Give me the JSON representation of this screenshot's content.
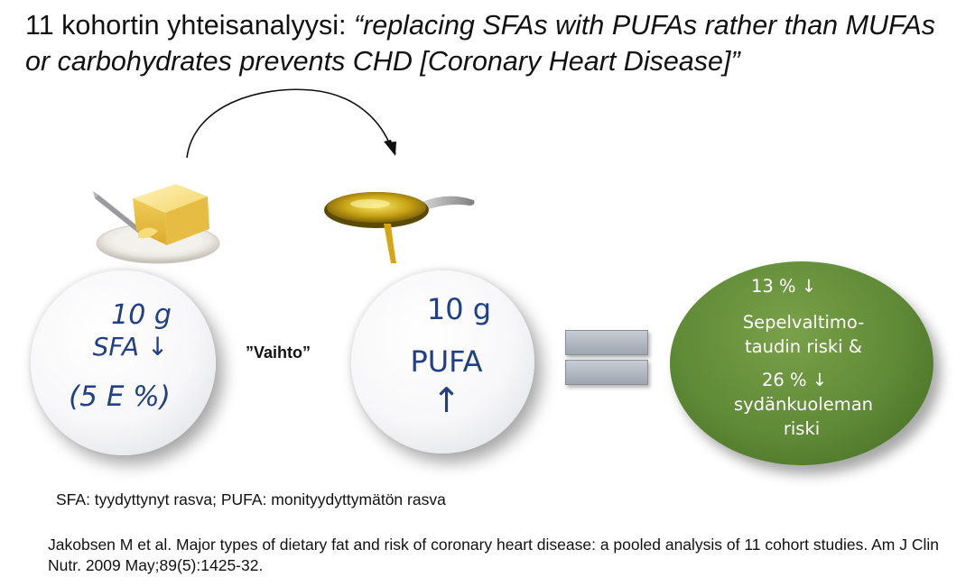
{
  "title": {
    "prefix": "11 kohortin yhteisanalyysi: ",
    "quote": "“replacing SFAs with PUFAs rather than MUFAs or carbohydrates prevents CHD [Coronary Heart Disease]”"
  },
  "icons": {
    "butter": "butter-plate-image",
    "oil": "oil-spoon-image",
    "arrow": "curved-arrow"
  },
  "left_disc": {
    "amount": "10 g",
    "label": "SFA ↓",
    "energy": "(5 E %)"
  },
  "swap_label": "”Vaihto”",
  "mid_disc": {
    "amount": "10 g",
    "label": "PUFA",
    "arrow": "↑"
  },
  "result": {
    "line1": "13 % ↓",
    "line2": "Sepelvaltimo-",
    "line3": "taudin riski  &",
    "line4": "26 % ↓",
    "line5": "sydänkuoleman",
    "line6": "riski"
  },
  "footnote": "SFA: tyydyttynyt rasva; PUFA: monityydyttymätön rasva",
  "reference": "Jakobsen M et al. Major types of dietary fat and risk of coronary heart disease: a pooled analysis of 11 cohort studies. Am J Clin Nutr. 2009 May;89(5):1425-32.",
  "colors": {
    "disc_text": "#1f3f86",
    "result_green": "#5f8a36",
    "equals_gray": "#b4b9c2"
  }
}
